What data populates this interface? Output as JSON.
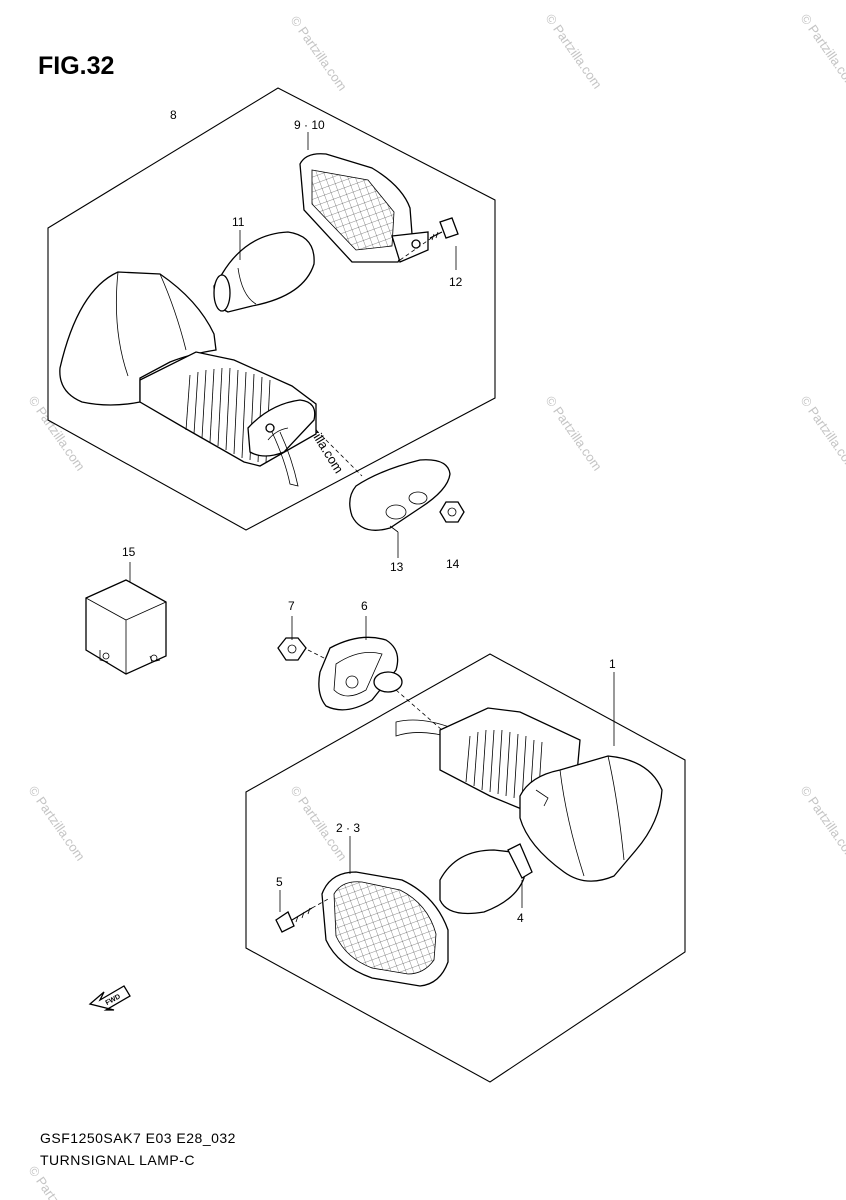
{
  "figure": {
    "title": "FIG.32"
  },
  "caption": {
    "model_code": "GSF1250SAK7 E03 E28_032",
    "name": "TURNSIGNAL LAMP-C"
  },
  "callouts": {
    "c1": "1",
    "c2": "2 · 3",
    "c4": "4",
    "c5": "5",
    "c6": "6",
    "c7": "7",
    "c8": "8",
    "c9": "9 · 10",
    "c11": "11",
    "c12": "12",
    "c13": "13",
    "c14": "14",
    "c15": "15"
  },
  "fwd_label": "FWD",
  "watermark": "© Partzilla.com"
}
